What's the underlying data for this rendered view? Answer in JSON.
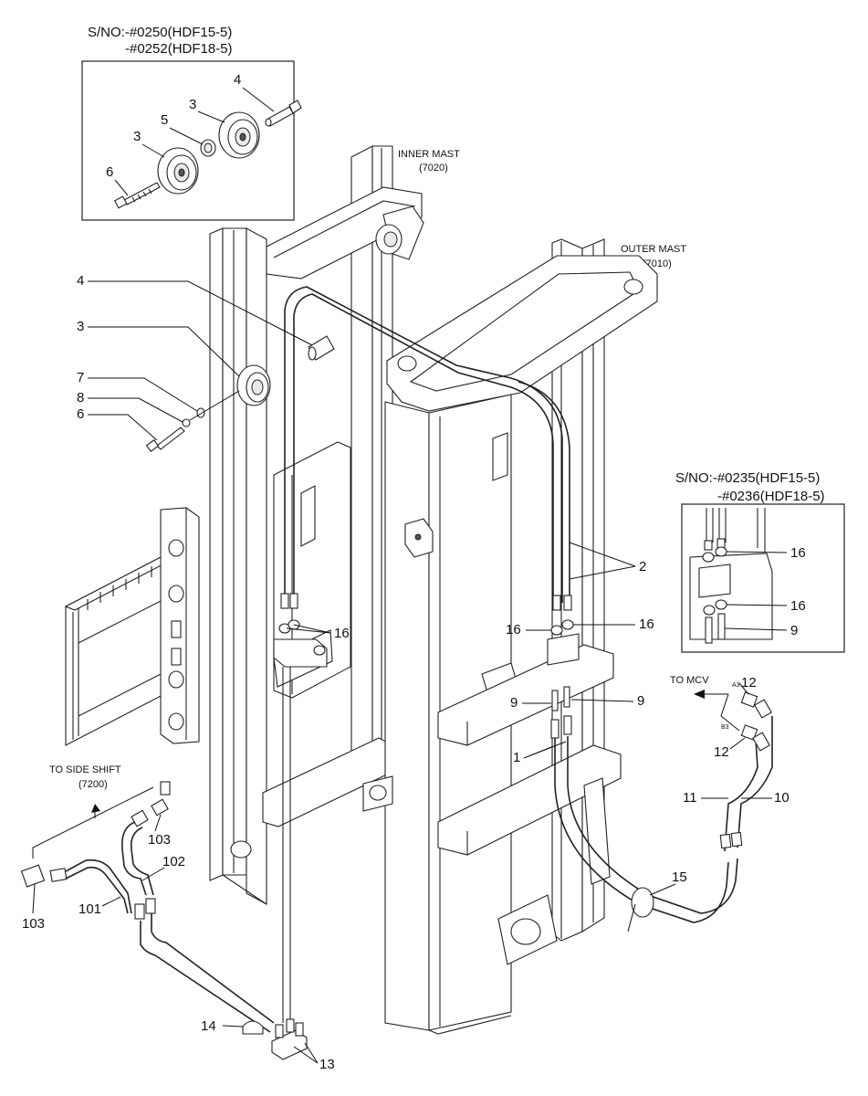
{
  "top_left_inset": {
    "serial_line1": "S/NO:-#0250(HDF15-5)",
    "serial_line2": "-#0252(HDF18-5)",
    "callouts": [
      "4",
      "3",
      "5",
      "3",
      "6"
    ]
  },
  "mast_labels": {
    "inner_mast": "INNER MAST",
    "inner_mast_code": "(7020)",
    "outer_mast": "OUTER MAST",
    "outer_mast_code": "(7010)"
  },
  "right_inset": {
    "serial_line1": "S/NO:-#0235(HDF15-5)",
    "serial_line2": "-#0236(HDF18-5)",
    "callouts": [
      "16",
      "16",
      "9"
    ]
  },
  "main_callouts": {
    "c4": "4",
    "c3": "3",
    "c7": "7",
    "c8": "8",
    "c6": "6",
    "c16_left": "16",
    "c16_mid": "16",
    "c16_right": "16",
    "c2": "2",
    "c9_left": "9",
    "c9_right": "9",
    "c1": "1",
    "c12_top": "12",
    "c12_bot": "12",
    "c11": "11",
    "c10": "10",
    "c15": "15",
    "c103_top": "103",
    "c102": "102",
    "c101": "101",
    "c103_bot": "103",
    "c14": "14",
    "c13": "13"
  },
  "side_shift": {
    "line1": "TO SIDE SHIFT",
    "line2": "(7200)"
  },
  "mcv": {
    "label": "TO MCV",
    "port_a3": "A3",
    "port_b3": "B3"
  },
  "colors": {
    "line": "#222222",
    "background": "#ffffff"
  }
}
